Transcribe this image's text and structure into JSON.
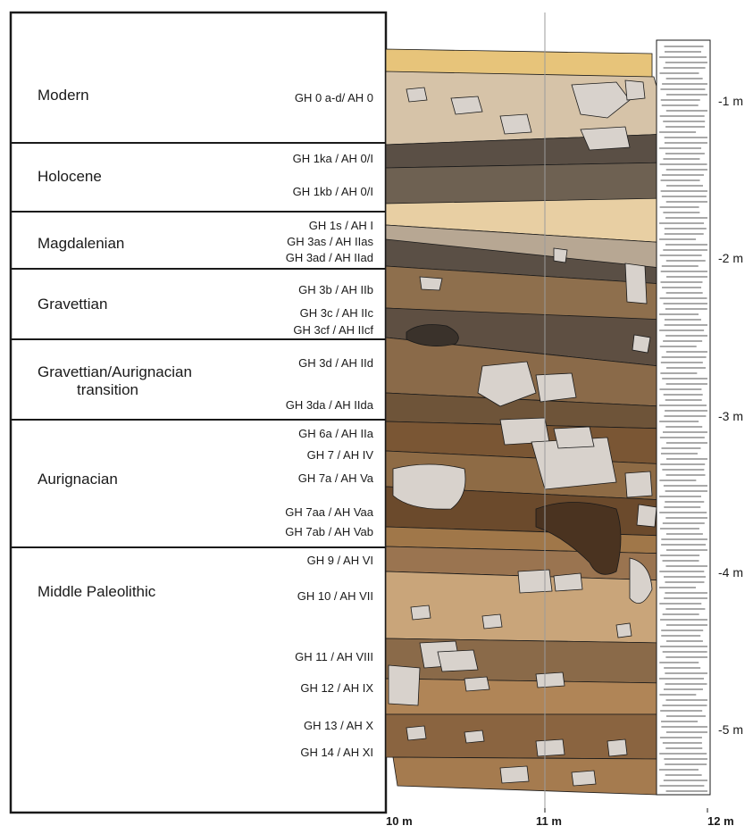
{
  "periods": [
    {
      "label": "Modern"
    },
    {
      "label": "Holocene"
    },
    {
      "label": "Magdalenian"
    },
    {
      "label": "Gravettian"
    },
    {
      "label": "Gravettian/Aurignacian",
      "label2": "transition"
    },
    {
      "label": "Aurignacian"
    },
    {
      "label": "Middle Paleolithic"
    }
  ],
  "layers": [
    "GH 0 a-d/ AH 0",
    "GH 1ka / AH 0/I",
    "GH 1kb / AH 0/I",
    "GH 1s / AH I",
    "GH 3as / AH IIas",
    "GH 3ad / AH IIad",
    "GH 3b / AH IIb",
    "GH 3c / AH IIc",
    "GH 3cf / AH IIcf",
    "GH 3d / AH IId",
    "GH 3da / AH IIda",
    "GH 6a / AH IIa",
    "GH 7 / AH IV",
    "GH 7a / AH Va",
    "GH 7aa / AH Vaa",
    "GH 7ab / AH Vab",
    "GH 9 / AH VI",
    "GH 10 / AH VII",
    "GH 11 / AH VIII",
    "GH 12 / AH IX",
    "GH 13 / AH X",
    "GH 14 / AH XI"
  ],
  "depth_axis": [
    "-1 m",
    "-2 m",
    "-3 m",
    "-4 m",
    "-5 m"
  ],
  "x_axis": [
    "10 m",
    "11 m",
    "12 m"
  ],
  "colors": {
    "modern_sand": "#e7c47a",
    "holocene_dark": "#5a4f45",
    "magdalenian_light": "#e8cfa3",
    "gravettian_mid": "#8e6f4d",
    "aurignacian_brown": "#7a5634",
    "middle_paleo_tan": "#c9a57a",
    "rock_fill": "#d8d2cc",
    "outline": "#1a1a1a"
  }
}
